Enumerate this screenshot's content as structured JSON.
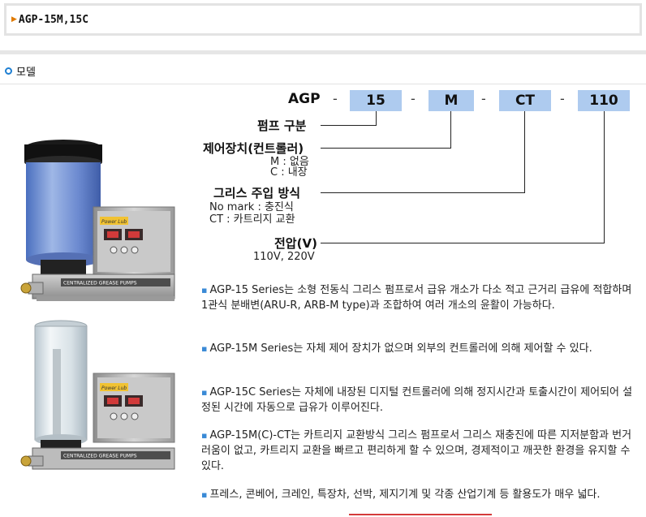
{
  "header": {
    "title": "AGP-15M,15C"
  },
  "section": {
    "label": "모델"
  },
  "model_code": {
    "prefix": "AGP",
    "dash": "-",
    "parts": [
      "15",
      "M",
      "CT",
      "110"
    ]
  },
  "legend": {
    "pump_type": {
      "label": "펌프 구분"
    },
    "controller": {
      "label": "제어장치(컨트롤러)",
      "options": [
        "M : 없음",
        "C : 내장"
      ]
    },
    "grease_method": {
      "label": "그리스 주입 방식",
      "options": [
        "No mark : 충진식",
        "CT : 카트리지 교환"
      ]
    },
    "voltage": {
      "label": "전압(V)",
      "value": "110V, 220V"
    }
  },
  "descriptions": [
    "AGP-15 Series는 소형 전동식 그리스 펌프로서 급유 개소가 다소 적고 근거리 급유에 적합하며 1관식 분배변(ARU-R, ARB-M type)과 조합하여 여러 개소의 윤활이 가능하다.",
    "AGP-15M Series는 자체 제어 장치가 없으며 외부의 컨트롤러에 의해 제어할 수 있다.",
    "AGP-15C Series는 자체에 내장된 디지털 컨트롤러에 의해 정지시간과 토출시간이 제어되어 설정된 시간에 자동으로 급유가 이루어진다.",
    "AGP-15M(C)-CT는 카트리지 교환방식 그리스 펌프로서 그리스 재충진에 따른 지저분함과 번거러움이 없고, 카트리지 교환을 빠르고 편리하게 할 수 있으며, 경제적이고 깨끗한 환경을 유지할 수 있다.",
    "프레스, 콘베어, 크레인, 특장차, 선박, 제지기계 및 각종 산업기계 등 활용도가 매우 넓다."
  ],
  "product_images": {
    "pump1": {
      "panel_logo": "Power Lub",
      "label_strip": "CENTRALIZED GREASE PUMPS"
    },
    "pump2": {
      "panel_logo": "Power Lub",
      "label_strip": "CENTRALIZED GREASE PUMPS"
    }
  },
  "colors": {
    "code_box": "#aecbef",
    "bullet": "#1e7fd2",
    "title_arrow": "#e07a00"
  }
}
